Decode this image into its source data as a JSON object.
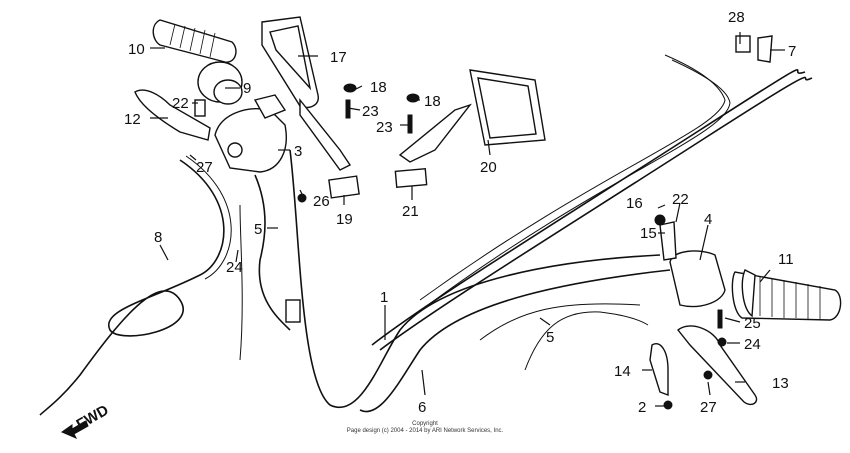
{
  "callouts": [
    {
      "id": "c1",
      "label": "1"
    },
    {
      "id": "c2",
      "label": "2"
    },
    {
      "id": "c3",
      "label": "3"
    },
    {
      "id": "c4",
      "label": "4"
    },
    {
      "id": "c5a",
      "label": "5"
    },
    {
      "id": "c5b",
      "label": "5"
    },
    {
      "id": "c6",
      "label": "6"
    },
    {
      "id": "c7",
      "label": "7"
    },
    {
      "id": "c8",
      "label": "8"
    },
    {
      "id": "c9",
      "label": "9"
    },
    {
      "id": "c10",
      "label": "10"
    },
    {
      "id": "c11",
      "label": "11"
    },
    {
      "id": "c12",
      "label": "12"
    },
    {
      "id": "c13",
      "label": "13"
    },
    {
      "id": "c14",
      "label": "14"
    },
    {
      "id": "c15",
      "label": "15"
    },
    {
      "id": "c16",
      "label": "16"
    },
    {
      "id": "c17",
      "label": "17"
    },
    {
      "id": "c18a",
      "label": "18"
    },
    {
      "id": "c18b",
      "label": "18"
    },
    {
      "id": "c19",
      "label": "19"
    },
    {
      "id": "c20",
      "label": "20"
    },
    {
      "id": "c21",
      "label": "21"
    },
    {
      "id": "c22a",
      "label": "22"
    },
    {
      "id": "c22b",
      "label": "22"
    },
    {
      "id": "c23a",
      "label": "23"
    },
    {
      "id": "c23b",
      "label": "23"
    },
    {
      "id": "c24a",
      "label": "24"
    },
    {
      "id": "c24b",
      "label": "24"
    },
    {
      "id": "c25",
      "label": "25"
    },
    {
      "id": "c26",
      "label": "26"
    },
    {
      "id": "c27a",
      "label": "27"
    },
    {
      "id": "c27b",
      "label": "27"
    },
    {
      "id": "c28",
      "label": "28"
    }
  ],
  "fwd_label": "FWD",
  "copyright_line1": "Copyright",
  "copyright_line2": "Page design (c) 2004 - 2014 by ARI Network Services, Inc."
}
